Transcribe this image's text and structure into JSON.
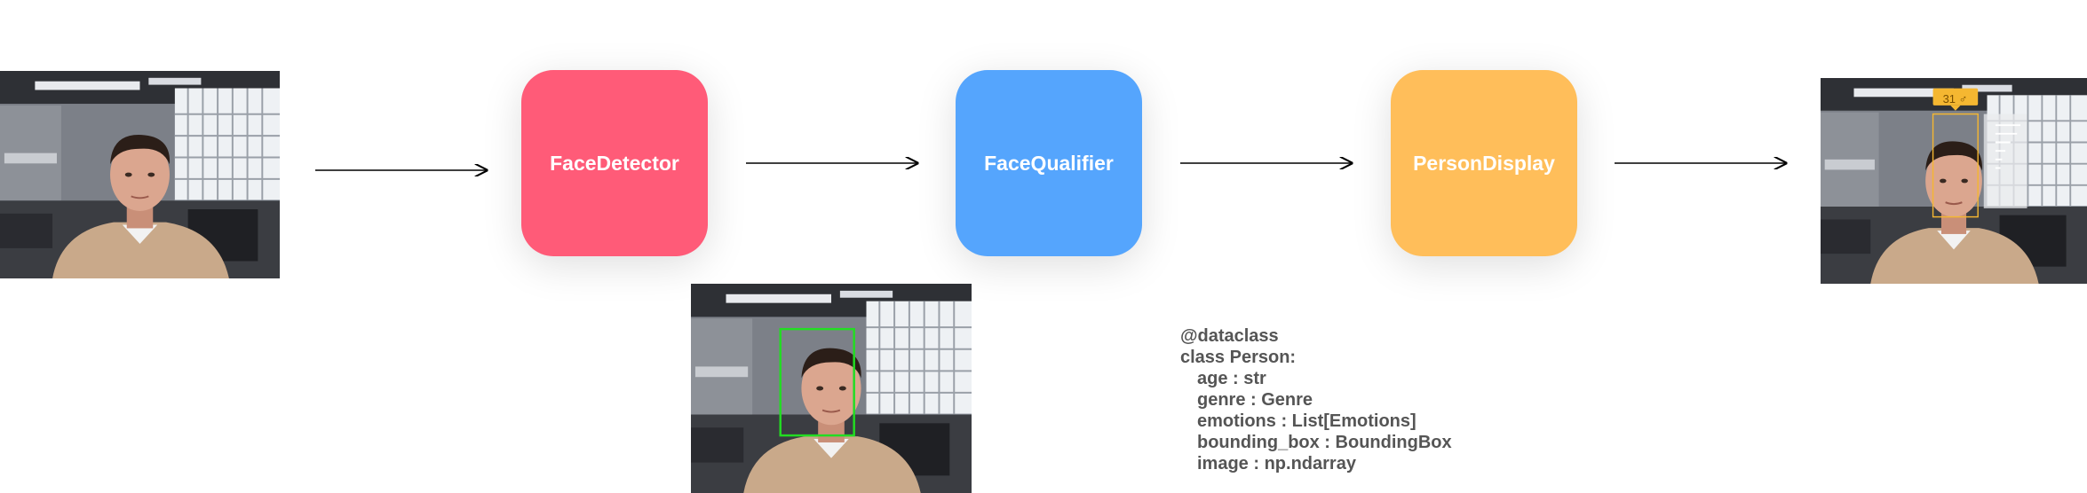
{
  "pipeline": {
    "stages": [
      {
        "label": "FaceDetector",
        "color": "#ff5b78"
      },
      {
        "label": "FaceQualifier",
        "color": "#55a5fd"
      },
      {
        "label": "PersonDisplay",
        "color": "#ffbe5a"
      }
    ]
  },
  "images": {
    "input": {
      "icon": "webcam-photo"
    },
    "detected": {
      "icon": "webcam-photo-with-face-box",
      "box_color": "#22dd22"
    },
    "output": {
      "icon": "webcam-photo-with-overlay",
      "badge": "31 ♂",
      "badge_color": "#f5b731"
    }
  },
  "code": {
    "decorator": "@dataclass",
    "class_line": "class Person:",
    "fields": [
      "age : str",
      "genre : Genre",
      "emotions : List[Emotions]",
      "bounding_box : BoundingBox",
      "image : np.ndarray"
    ]
  }
}
